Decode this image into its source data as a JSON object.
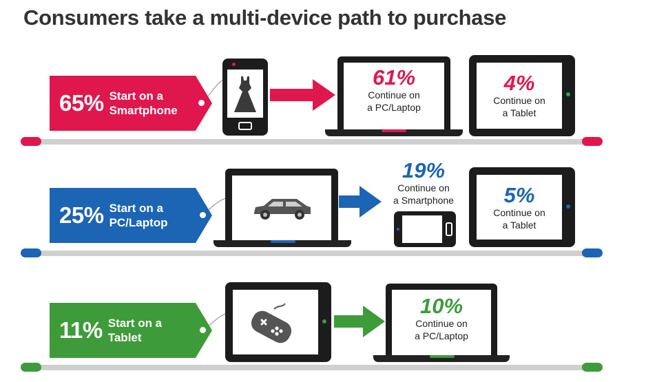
{
  "title": "Consumers take a multi-device path to purchase",
  "colors": {
    "red": "#e0174d",
    "blue": "#1c64b4",
    "green": "#3e9b3a",
    "rail": "#cfcfcf"
  },
  "rows": [
    {
      "start_percent": "65%",
      "start_line1": "Start on a",
      "start_line2": "Smartphone",
      "start_icon": "dress-icon",
      "paths": [
        {
          "percent": "61%",
          "line1": "Continue on",
          "line2": "a PC/Laptop",
          "device": "laptop"
        },
        {
          "percent": "4%",
          "line1": "Continue on",
          "line2": "a Tablet",
          "device": "tablet"
        }
      ]
    },
    {
      "start_percent": "25%",
      "start_line1": "Start on a",
      "start_line2": "PC/Laptop",
      "start_icon": "car-icon",
      "paths": [
        {
          "percent": "19%",
          "line1": "Continue on",
          "line2": "a Smartphone",
          "device": "smartphone"
        },
        {
          "percent": "5%",
          "line1": "Continue on",
          "line2": "a Tablet",
          "device": "tablet"
        }
      ]
    },
    {
      "start_percent": "11%",
      "start_line1": "Start on a",
      "start_line2": "Tablet",
      "start_icon": "gamepad-icon",
      "paths": [
        {
          "percent": "10%",
          "line1": "Continue on",
          "line2": "a PC/Laptop",
          "device": "laptop"
        }
      ]
    }
  ]
}
